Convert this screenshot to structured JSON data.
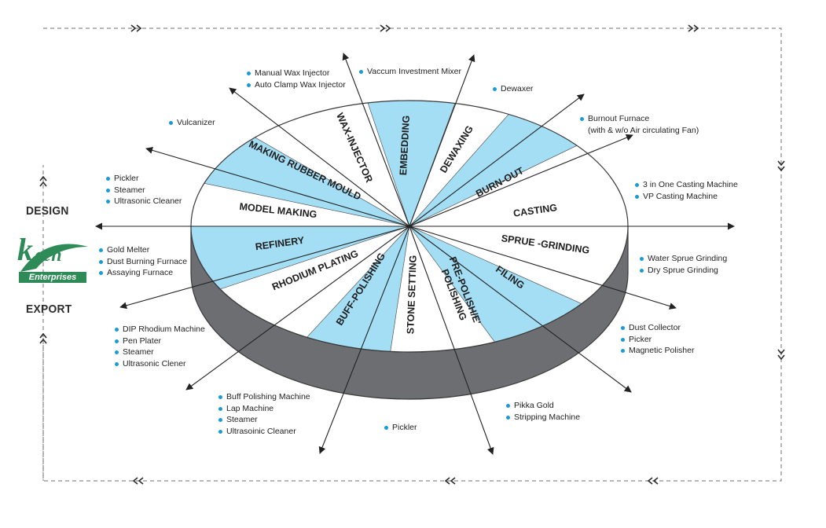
{
  "labels": {
    "design": "DESIGN",
    "export": "EXPORT"
  },
  "logo": {
    "letter": "k",
    "brand": "ech",
    "word": "Enterprises"
  },
  "colors": {
    "blue_segment": "#a3def5",
    "white_segment": "#ffffff",
    "side": "#6d6e71",
    "outline": "#3a3a3a",
    "bullet": "#1a9ad6",
    "logo_green": "#2e8b57"
  },
  "segments": [
    {
      "name": "CASTING",
      "fill": "white"
    },
    {
      "name": "BURN-OUT",
      "fill": "blue"
    },
    {
      "name": "DEWAXING",
      "fill": "white"
    },
    {
      "name": "EMBEDDING",
      "fill": "blue"
    },
    {
      "name": "WAX-INJECTOR",
      "fill": "white"
    },
    {
      "name": "MAKING RUBBER MOULD",
      "fill": "blue"
    },
    {
      "name": "MODEL MAKING",
      "fill": "white"
    },
    {
      "name": "REFINERY",
      "fill": "blue"
    },
    {
      "name": "RHODIUM PLATING",
      "fill": "white"
    },
    {
      "name": "BUFF-POLISHING",
      "fill": "blue"
    },
    {
      "name": "STONE SETTING",
      "fill": "white"
    },
    {
      "name": "PRE-POLISH/E'|POLISHING",
      "fill": "blue"
    },
    {
      "name": "FILING",
      "fill": "white"
    },
    {
      "name": "SPRUE -GRINDING",
      "fill": "blue"
    }
  ],
  "machines": {
    "manual_wax": [
      "Manual Wax Injector",
      "Auto Clamp Wax Injector"
    ],
    "vaccum": [
      "Vaccum Investment Mixer"
    ],
    "dewaxer": [
      "Dewaxer"
    ],
    "burnout": [
      "Burnout Furnace",
      "(with & w/o Air circulating Fan)"
    ],
    "vulcanizer": [
      "Vulcanizer"
    ],
    "pickler_group": [
      "Pickler",
      "Steamer",
      "Ultrasonic Cleaner"
    ],
    "casting_machines": [
      "3 in One Casting Machine",
      "VP Casting Machine"
    ],
    "gold_melter": [
      "Gold Melter",
      "Dust Burning Furnace",
      "Assaying Furnace"
    ],
    "sprue_grinding": [
      "Water Sprue Grinding",
      "Dry Sprue Grinding"
    ],
    "rhodium": [
      "DIP Rhodium Machine",
      "Pen Plater",
      "Steamer",
      "Ultrasonic Clener"
    ],
    "dust_collector": [
      "Dust Collector",
      "Picker",
      "Magnetic Polisher"
    ],
    "buff_polishing": [
      "Buff Polishing Machine",
      "Lap Machine",
      "Steamer",
      "Ultrasoinic Cleaner"
    ],
    "pikka": [
      "Pikka Gold",
      "Stripping Machine"
    ],
    "pickler_single": [
      "Pickler"
    ]
  }
}
